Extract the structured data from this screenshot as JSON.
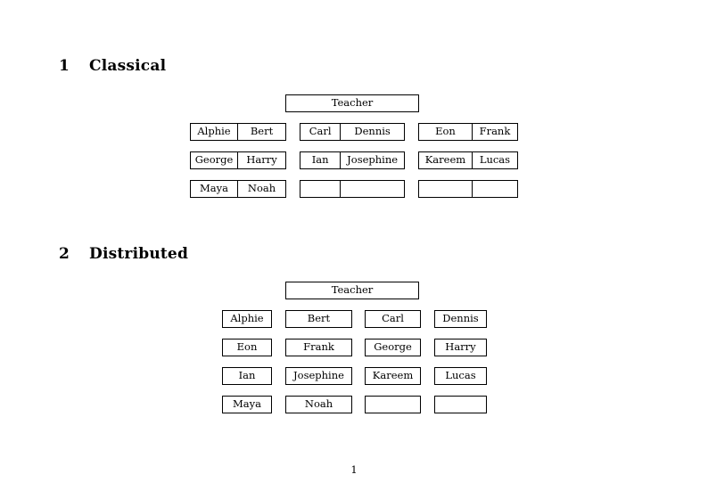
{
  "document": {
    "page_number": "1"
  },
  "sections": [
    {
      "number": "1",
      "title": "Classical",
      "teacher_label": "Teacher",
      "layout": "grouped-pairs",
      "groups": [
        {
          "rows": [
            [
              "Alphie",
              "Bert"
            ],
            [
              "George",
              "Harry"
            ],
            [
              "Maya",
              "Noah"
            ]
          ]
        },
        {
          "rows": [
            [
              "Carl",
              "Dennis"
            ],
            [
              "Ian",
              "Josephine"
            ],
            [
              "",
              ""
            ]
          ]
        },
        {
          "rows": [
            [
              "Eon",
              "Frank"
            ],
            [
              "Kareem",
              "Lucas"
            ],
            [
              "",
              ""
            ]
          ]
        }
      ]
    },
    {
      "number": "2",
      "title": "Distributed",
      "teacher_label": "Teacher",
      "layout": "separate-cells",
      "rows": [
        [
          "Alphie",
          "Bert",
          "Carl",
          "Dennis"
        ],
        [
          "Eon",
          "Frank",
          "George",
          "Harry"
        ],
        [
          "Ian",
          "Josephine",
          "Kareem",
          "Lucas"
        ],
        [
          "Maya",
          "Noah",
          "",
          ""
        ]
      ]
    }
  ],
  "colors": {
    "page_background": "#ffffff",
    "text": "#000000",
    "rule": "#000000"
  }
}
